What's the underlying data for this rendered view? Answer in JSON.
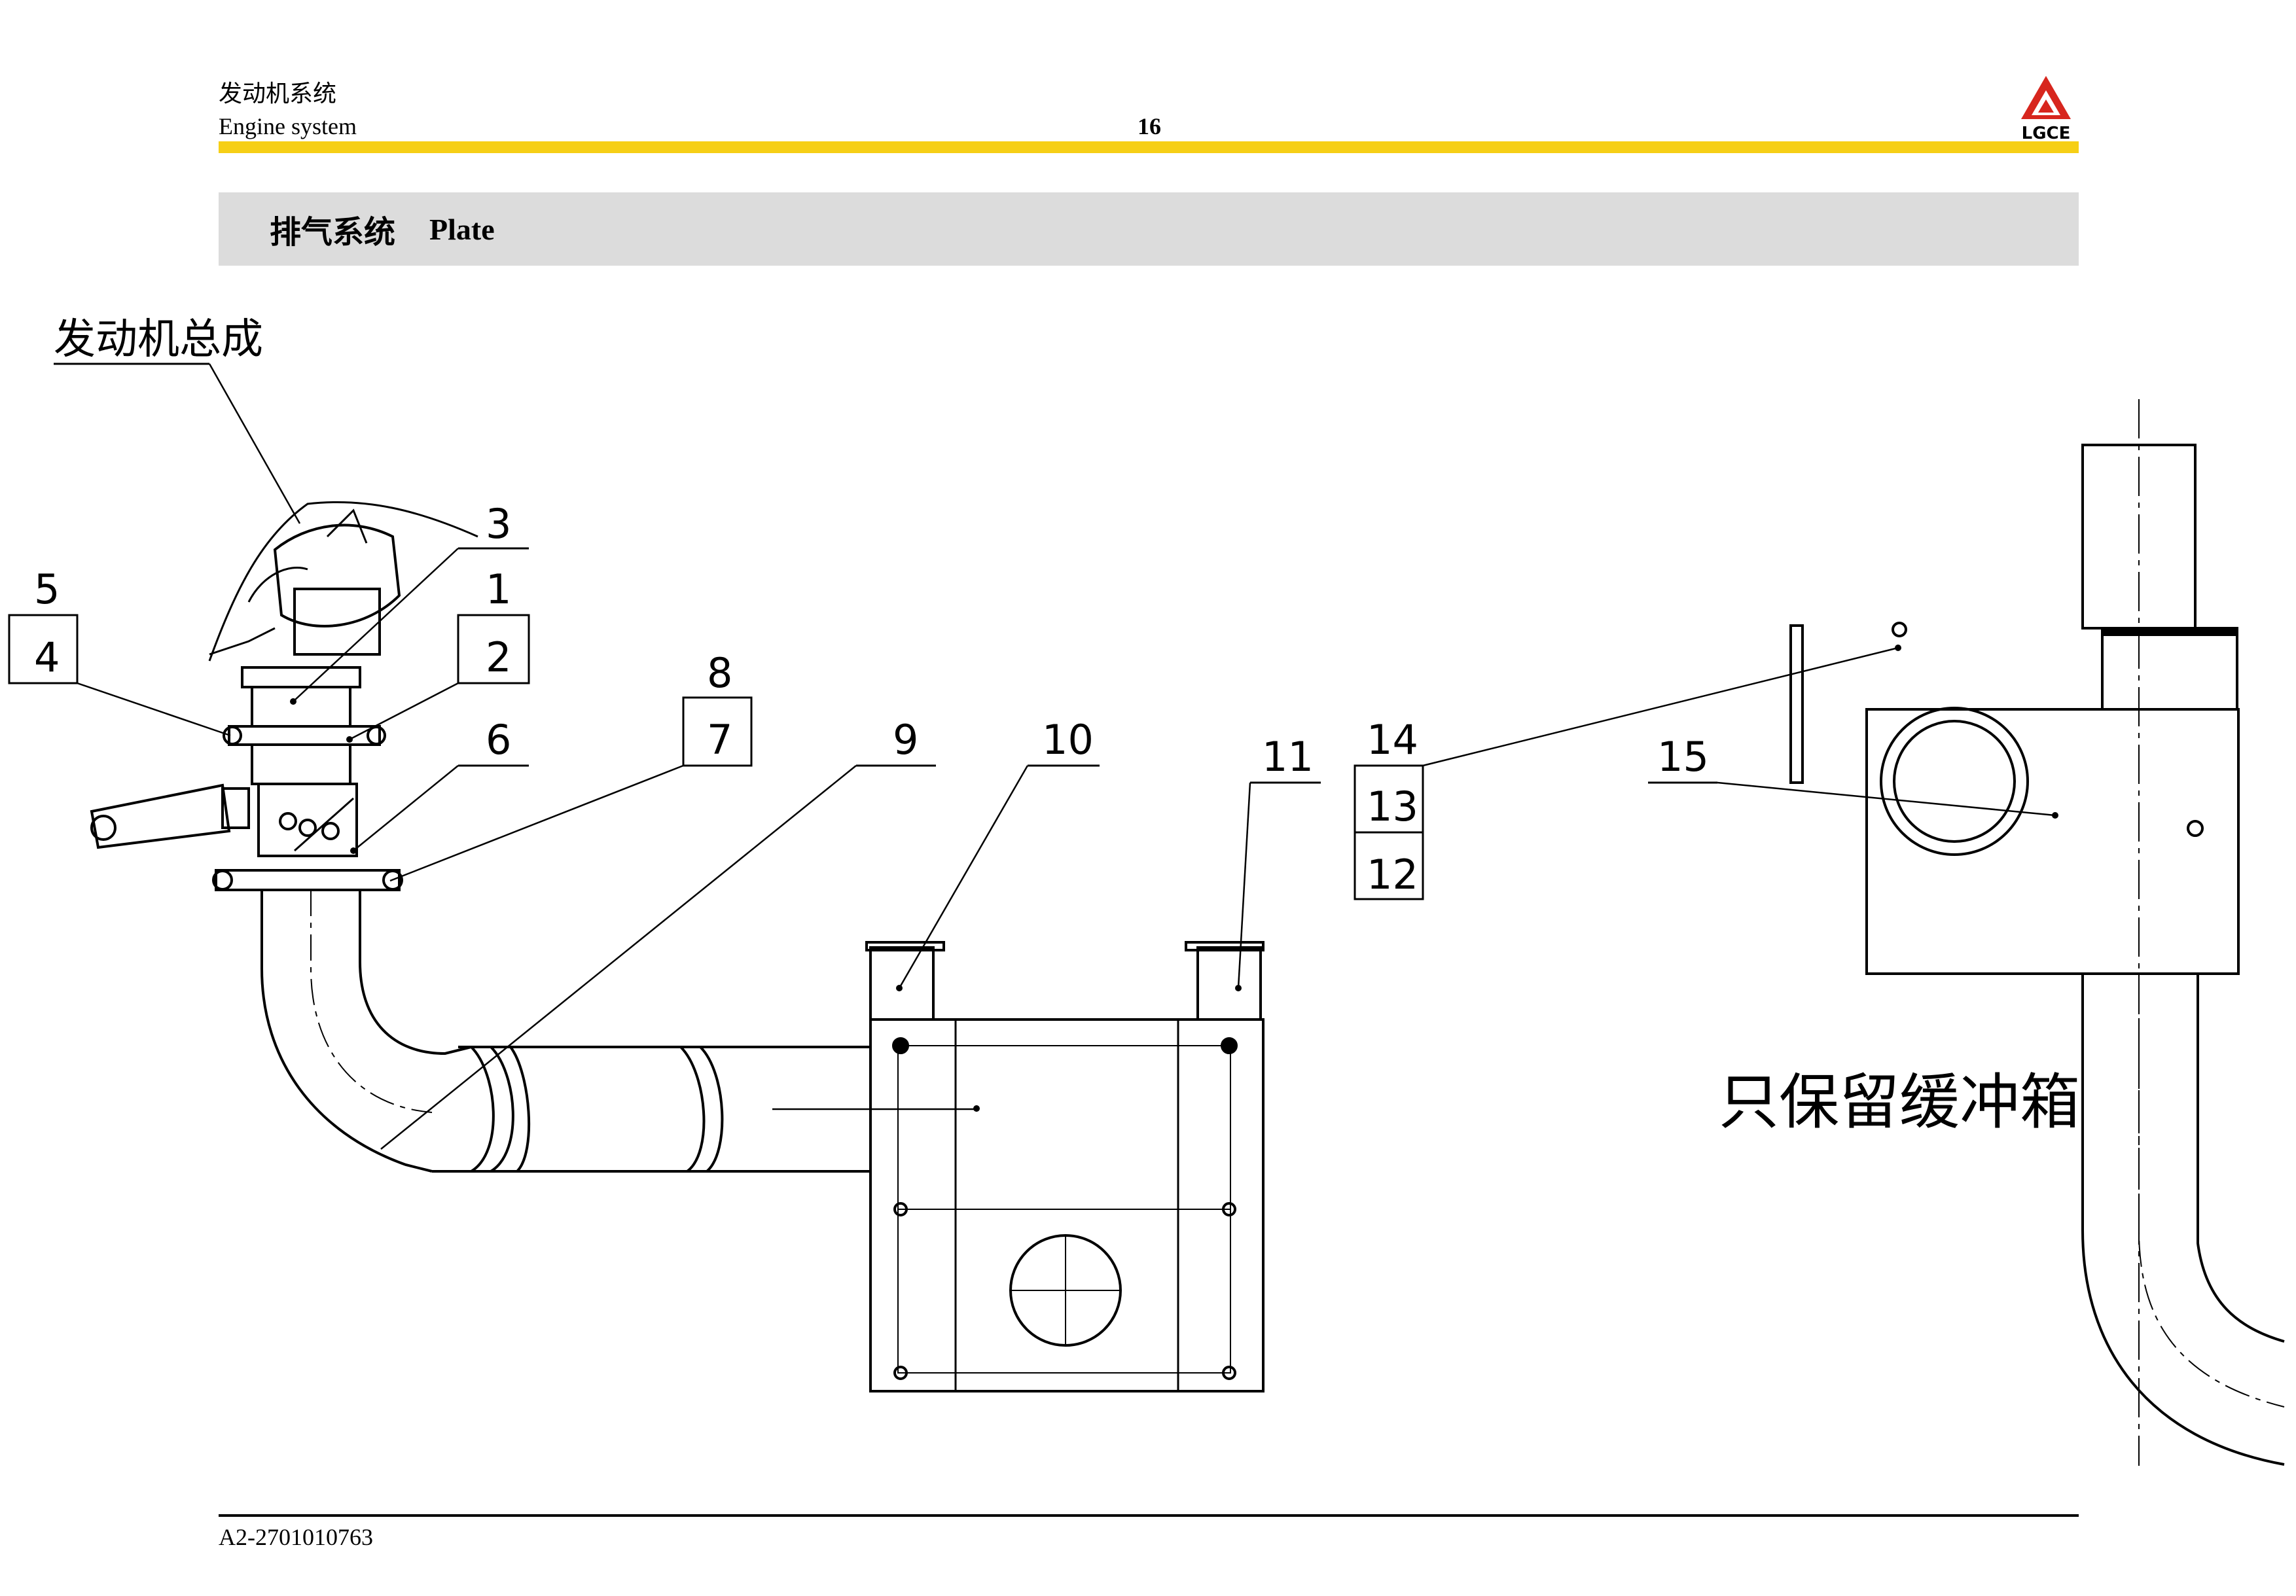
{
  "header": {
    "title_cn": "发动机系统",
    "title_en": "Engine system",
    "page_number": "16",
    "logo_text": "LGCE",
    "accent_color": "#f6cf16",
    "brand_color": "#d7261e"
  },
  "section": {
    "title_cn": "排气系统",
    "title_en": "Plate",
    "bar_color": "#dcdcdc"
  },
  "drawing": {
    "engine_label": "发动机总成",
    "note": "只保留缓冲箱",
    "callouts": {
      "c1": "1",
      "c2": "2",
      "c3": "3",
      "c4": "4",
      "c5": "5",
      "c6": "6",
      "c7": "7",
      "c8": "8",
      "c9": "9",
      "c10": "10",
      "c11": "11",
      "c12": "12",
      "c13": "13",
      "c14": "14",
      "c15": "15"
    }
  },
  "footer": {
    "doc_number": "A2-2701010763"
  }
}
